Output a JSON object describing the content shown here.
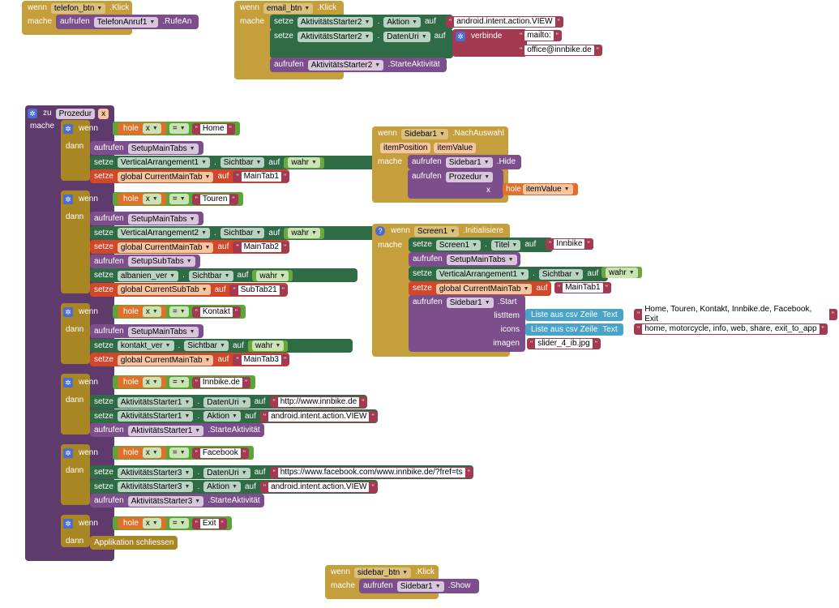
{
  "kw": {
    "when": "wenn",
    "do": "mache",
    "then": "dann",
    "call": "aufrufen",
    "set": "setze",
    "to": "auf",
    "join": "verbinde",
    "get": "hole",
    "to_proc": "zu",
    "eq": "=",
    "true": "wahr",
    "csv_row": "Liste aus csv Zeile",
    "text": "Text",
    "x": "x"
  },
  "telefon_event": {
    "component": "telefon_btn",
    "event": ".Klick",
    "target": "TelefonAnruf1",
    "method": ".RufeAn"
  },
  "email_event": {
    "component": "email_btn",
    "event": ".Klick",
    "s1_comp": "AktivitätsStarter2",
    "s1_prop": "Aktion",
    "s1_val": "android.intent.action.VIEW",
    "s2_comp": "AktivitätsStarter2",
    "s2_prop": "DatenUri",
    "s2_val1": "mailto:",
    "s2_val2": "office@innbike.de",
    "call_comp": "AktivitätsStarter2",
    "call_method": ".StarteAktivität"
  },
  "procedure": {
    "name": "Prozedur",
    "param": "x",
    "branches": [
      {
        "value": "Home",
        "stmts": [
          {
            "type": "call",
            "comp": "SetupMainTabs"
          },
          {
            "type": "set",
            "comp": "VerticalArrangement1",
            "prop": "Sichtbar",
            "bool": "wahr"
          },
          {
            "type": "setg",
            "var": "global CurrentMainTab",
            "val": "MainTab1"
          }
        ]
      },
      {
        "value": "Touren",
        "stmts": [
          {
            "type": "call",
            "comp": "SetupMainTabs"
          },
          {
            "type": "set",
            "comp": "VerticalArrangement2",
            "prop": "Sichtbar",
            "bool": "wahr"
          },
          {
            "type": "setg",
            "var": "global CurrentMainTab",
            "val": "MainTab2"
          },
          {
            "type": "call",
            "comp": "SetupSubTabs"
          },
          {
            "type": "set",
            "comp": "albanien_ver",
            "prop": "Sichtbar",
            "bool": "wahr"
          },
          {
            "type": "setg",
            "var": "global CurrentSubTab",
            "val": "SubTab21"
          }
        ]
      },
      {
        "value": "Kontakt",
        "stmts": [
          {
            "type": "call",
            "comp": "SetupMainTabs"
          },
          {
            "type": "set",
            "comp": "kontakt_ver",
            "prop": "Sichtbar",
            "bool": "wahr"
          },
          {
            "type": "setg",
            "var": "global CurrentMainTab",
            "val": "MainTab3"
          }
        ]
      },
      {
        "value": "Innbike.de",
        "stmts": [
          {
            "type": "sets",
            "comp": "AktivitätsStarter1",
            "prop": "DatenUri",
            "val": "http://www.innbike.de"
          },
          {
            "type": "sets",
            "comp": "AktivitätsStarter1",
            "prop": "Aktion",
            "val": "android.intent.action.VIEW"
          },
          {
            "type": "callm",
            "comp": "AktivitätsStarter1",
            "method": ".StarteAktivität"
          }
        ]
      },
      {
        "value": "Facebook",
        "stmts": [
          {
            "type": "sets",
            "comp": "AktivitätsStarter3",
            "prop": "DatenUri",
            "val": "https://www.facebook.com/www.innbike.de/?fref=ts"
          },
          {
            "type": "sets",
            "comp": "AktivitätsStarter3",
            "prop": "Aktion",
            "val": "android.intent.action.VIEW"
          },
          {
            "type": "callm",
            "comp": "AktivitätsStarter3",
            "method": ".StarteAktivität"
          }
        ]
      },
      {
        "value": "Exit",
        "stmts": [
          {
            "type": "plain",
            "text": "Applikation schliessen"
          }
        ]
      }
    ]
  },
  "sidebar_event": {
    "component": "Sidebar1",
    "event": ".NachAuswahl",
    "param1": "itemPosition",
    "param2": "itemValue",
    "call1_comp": "Sidebar1",
    "call1_method": ".Hide",
    "call2_proc": "Prozedur",
    "arg_name": "x",
    "arg_val": "itemValue"
  },
  "screen_event": {
    "component": "Screen1",
    "event": ".Initialisiere",
    "s1_comp": "Screen1",
    "s1_prop": "Titel",
    "s1_val": "Innbike",
    "call1": "SetupMainTabs",
    "s2_comp": "VerticalArrangement1",
    "s2_prop": "Sichtbar",
    "s2_val": "wahr",
    "s3_var": "global CurrentMainTab",
    "s3_val": "MainTab1",
    "start_comp": "Sidebar1",
    "start_method": ".Start",
    "arg1": "listItem",
    "arg1_val": "Home, Touren, Kontakt, Innbike.de, Facebook, Exit",
    "arg2": "icons",
    "arg2_val": "home, motorcycle, info, web, share, exit_to_app",
    "arg3": "imagen",
    "arg3_val": "slider_4_ib.jpg"
  },
  "sidebarbtn_event": {
    "component": "sidebar_btn",
    "event": ".Klick",
    "target": "Sidebar1",
    "method": ".Show"
  }
}
